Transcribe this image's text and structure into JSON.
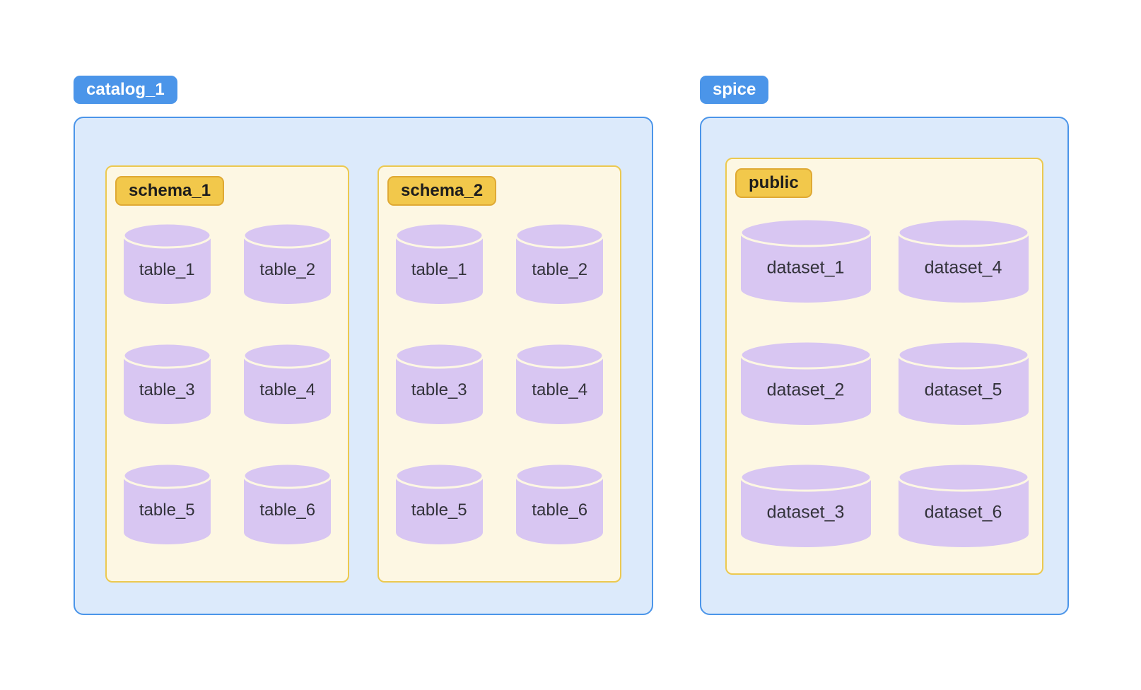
{
  "colors": {
    "badge_blue": "#4b95e9",
    "badge_text_light": "#ffffff",
    "badge_text_dark": "#1d1d1d",
    "container_fill": "#dceafb",
    "container_border": "#4b95e9",
    "schema_fill": "#fdf7e3",
    "schema_border": "#ecc94f",
    "schema_badge_fill": "#f2c84b",
    "schema_badge_border": "#dfa934",
    "cylinder_fill": "#d8c6f2",
    "cylinder_stroke": "#fdf7e3",
    "cylinder_text": "#33333b"
  },
  "groups": [
    {
      "label": "catalog_1",
      "schemas": [
        {
          "label": "schema_1",
          "items": [
            "table_1",
            "table_2",
            "table_3",
            "table_4",
            "table_5",
            "table_6"
          ]
        },
        {
          "label": "schema_2",
          "items": [
            "table_1",
            "table_2",
            "table_3",
            "table_4",
            "table_5",
            "table_6"
          ]
        }
      ]
    },
    {
      "label": "spice",
      "schemas": [
        {
          "label": "public",
          "items": [
            "dataset_1",
            "dataset_2",
            "dataset_3",
            "dataset_4",
            "dataset_5",
            "dataset_6"
          ]
        }
      ]
    }
  ]
}
